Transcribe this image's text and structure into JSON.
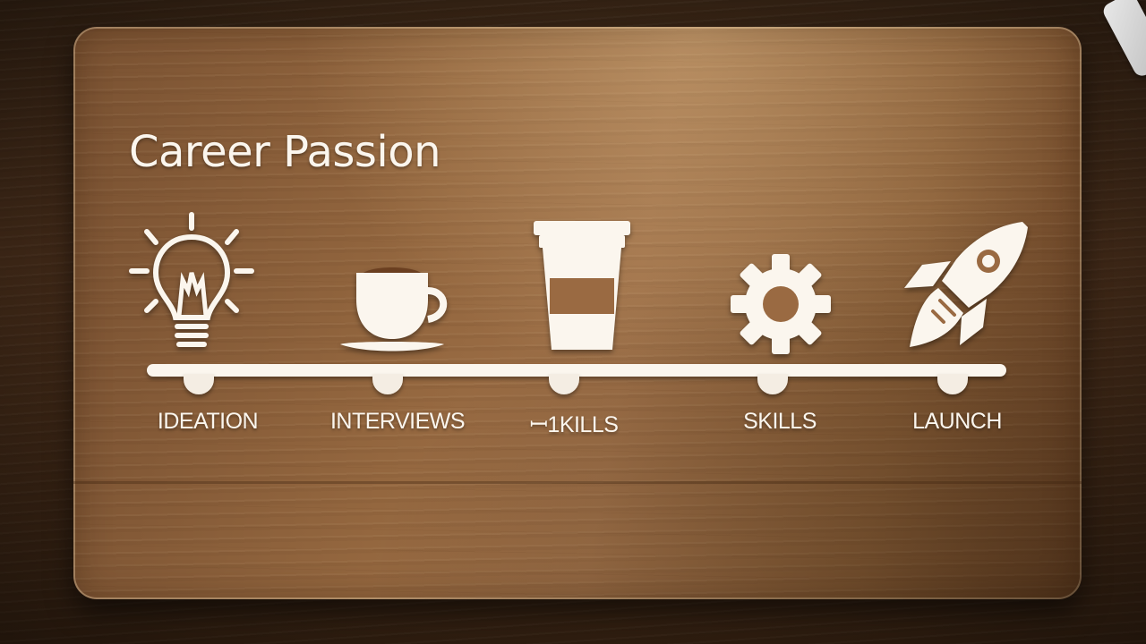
{
  "board": {
    "title": "Career Passion"
  },
  "stages": [
    {
      "label": "IDEATION",
      "icon": "lightbulb-icon"
    },
    {
      "label": "INTERVIEWS",
      "icon": "coffee-cup-icon"
    },
    {
      "label": "ꟷ1KILLS",
      "icon": "takeaway-cup-icon"
    },
    {
      "label": "SKILLS",
      "icon": "gear-icon"
    },
    {
      "label": "LAUNCH",
      "icon": "rocket-icon"
    }
  ],
  "colors": {
    "ink": "#fbf6ee",
    "wood": "#94673f"
  }
}
